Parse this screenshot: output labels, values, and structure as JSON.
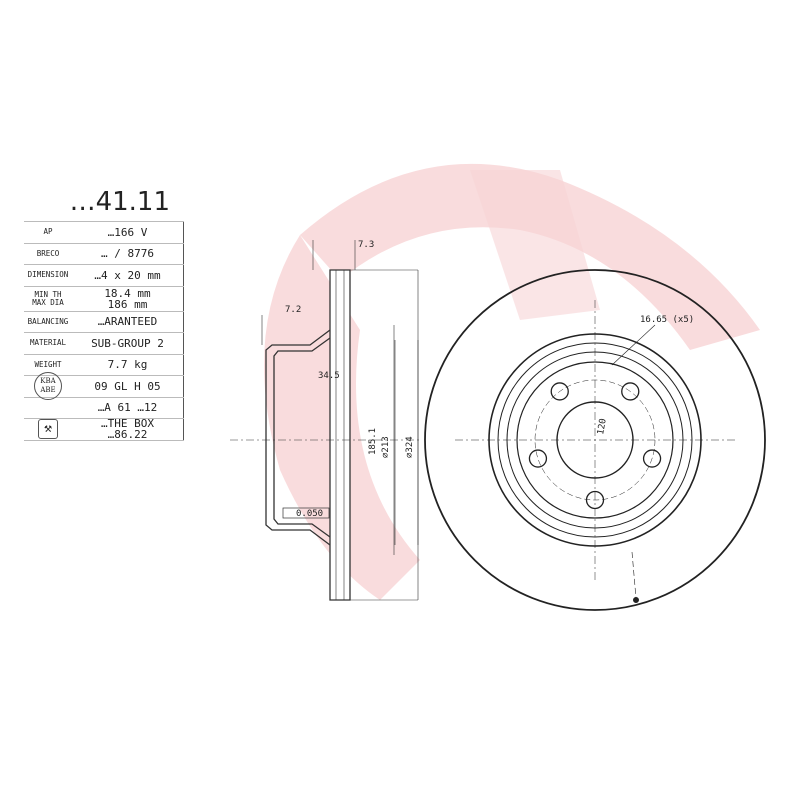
{
  "part_code": "…41.11",
  "spec_rows": [
    {
      "key": "AP",
      "value": "…166 V"
    },
    {
      "key": "BRECO",
      "value": "… / 8776"
    },
    {
      "key": "DIMENSION",
      "value": "…4 x 20 mm"
    },
    {
      "key": "MIN TH\nMAX DIA",
      "value": "18.4 mm\n186 mm"
    },
    {
      "key": "BALANCING",
      "value": "…ARANTEED"
    },
    {
      "key": "MATERIAL",
      "value": "SUB-GROUP 2"
    },
    {
      "key": "WEIGHT",
      "value": "7.7 kg"
    },
    {
      "key": "KBA ABE",
      "value": "09 GL H 05"
    },
    {
      "key": "",
      "value": "…A 61 …12"
    },
    {
      "key": "",
      "value": "…THE BOX\n…86.22"
    }
  ],
  "badges": {
    "kba_line1": "KBA",
    "kba_line2": "ABE"
  },
  "dimensions": {
    "hat_depth_top": "7.3",
    "flange_thickness": "7.2",
    "hat_height": "34.5",
    "inner_dia": "185.1",
    "hat_dia": "⌀213",
    "outer_dia": "⌀324",
    "runout": "0.050",
    "bolt_hole": "16.65 (x5)",
    "pcd": "120"
  },
  "colors": {
    "logo_pink": "#f7d3d5",
    "line": "#222222"
  }
}
